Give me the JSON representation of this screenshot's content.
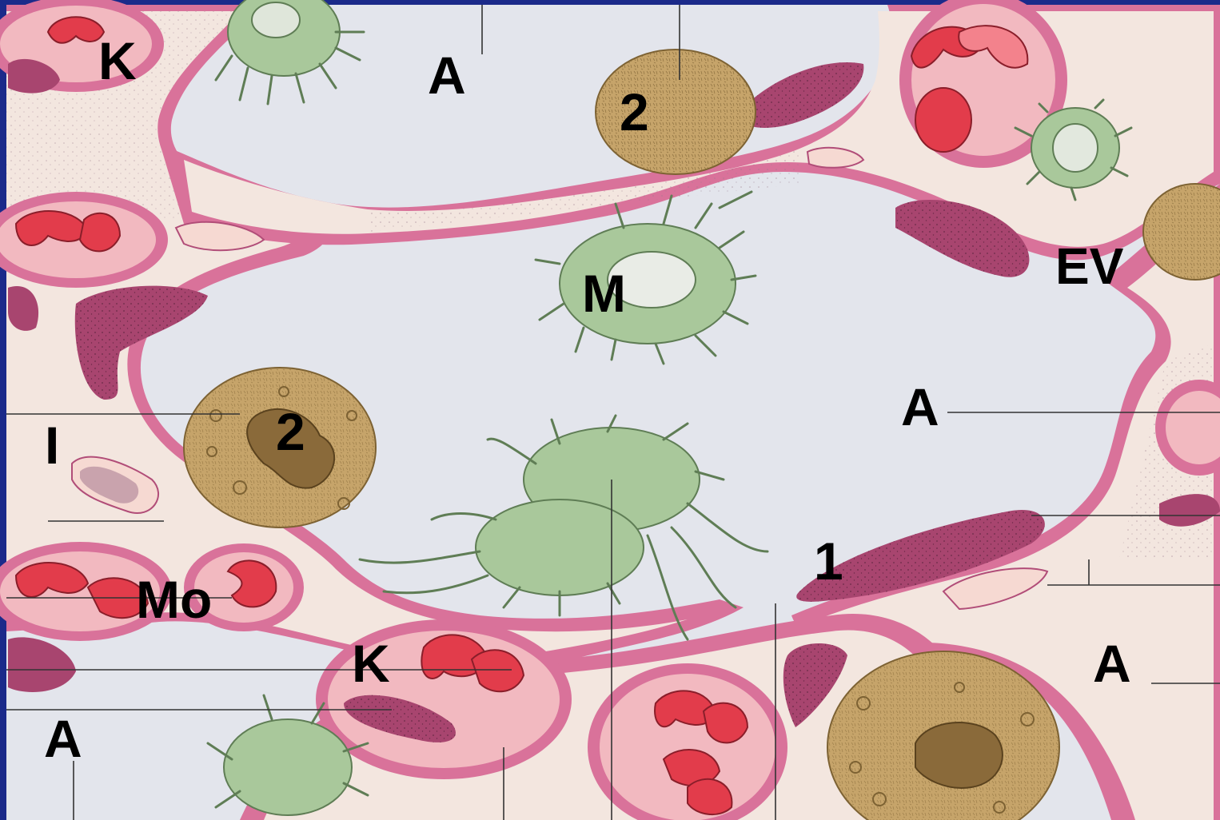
{
  "labels": {
    "k_top": "K",
    "a_top": "A",
    "two_top": "2",
    "ev": "EV",
    "m": "M",
    "a_right": "A",
    "i": "I",
    "two_left": "2",
    "one": "1",
    "mo": "Mo",
    "k_bottom": "K",
    "a_bottom_right": "A",
    "a_bottom_left": "A"
  },
  "colors": {
    "frame": "#1b2a8a",
    "lumen": "#e3e5ec",
    "wall": "#d9729a",
    "wall_dark": "#b14d78",
    "interstitium": "#f3e6df",
    "capillary": "#f2b9c0",
    "erythrocyte": "#e23c4b",
    "erythrocyte_light": "#f3828c",
    "nucleus": "#a8456f",
    "macrophage": "#a9c89b",
    "pneumocyte2": "#c6a46a",
    "leader": "#333333",
    "label": "#000000"
  }
}
